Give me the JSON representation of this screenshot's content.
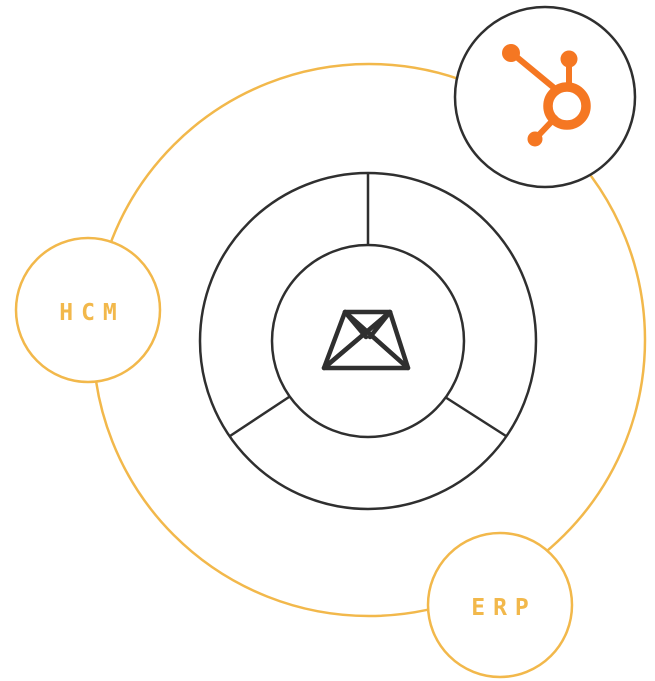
{
  "colors": {
    "background": "#ffffff",
    "orbit": "#f2b84b",
    "stroke": "#2f2f2f",
    "hubspot": "#f57722",
    "label": "#f2b84b"
  },
  "nodes": {
    "hcm": {
      "label": "HCM"
    },
    "erp": {
      "label": "ERP"
    },
    "hubspot": {
      "icon": "hubspot-sprocket-icon"
    }
  },
  "center": {
    "icon": "bowtie-logo-icon",
    "segments": 3
  }
}
